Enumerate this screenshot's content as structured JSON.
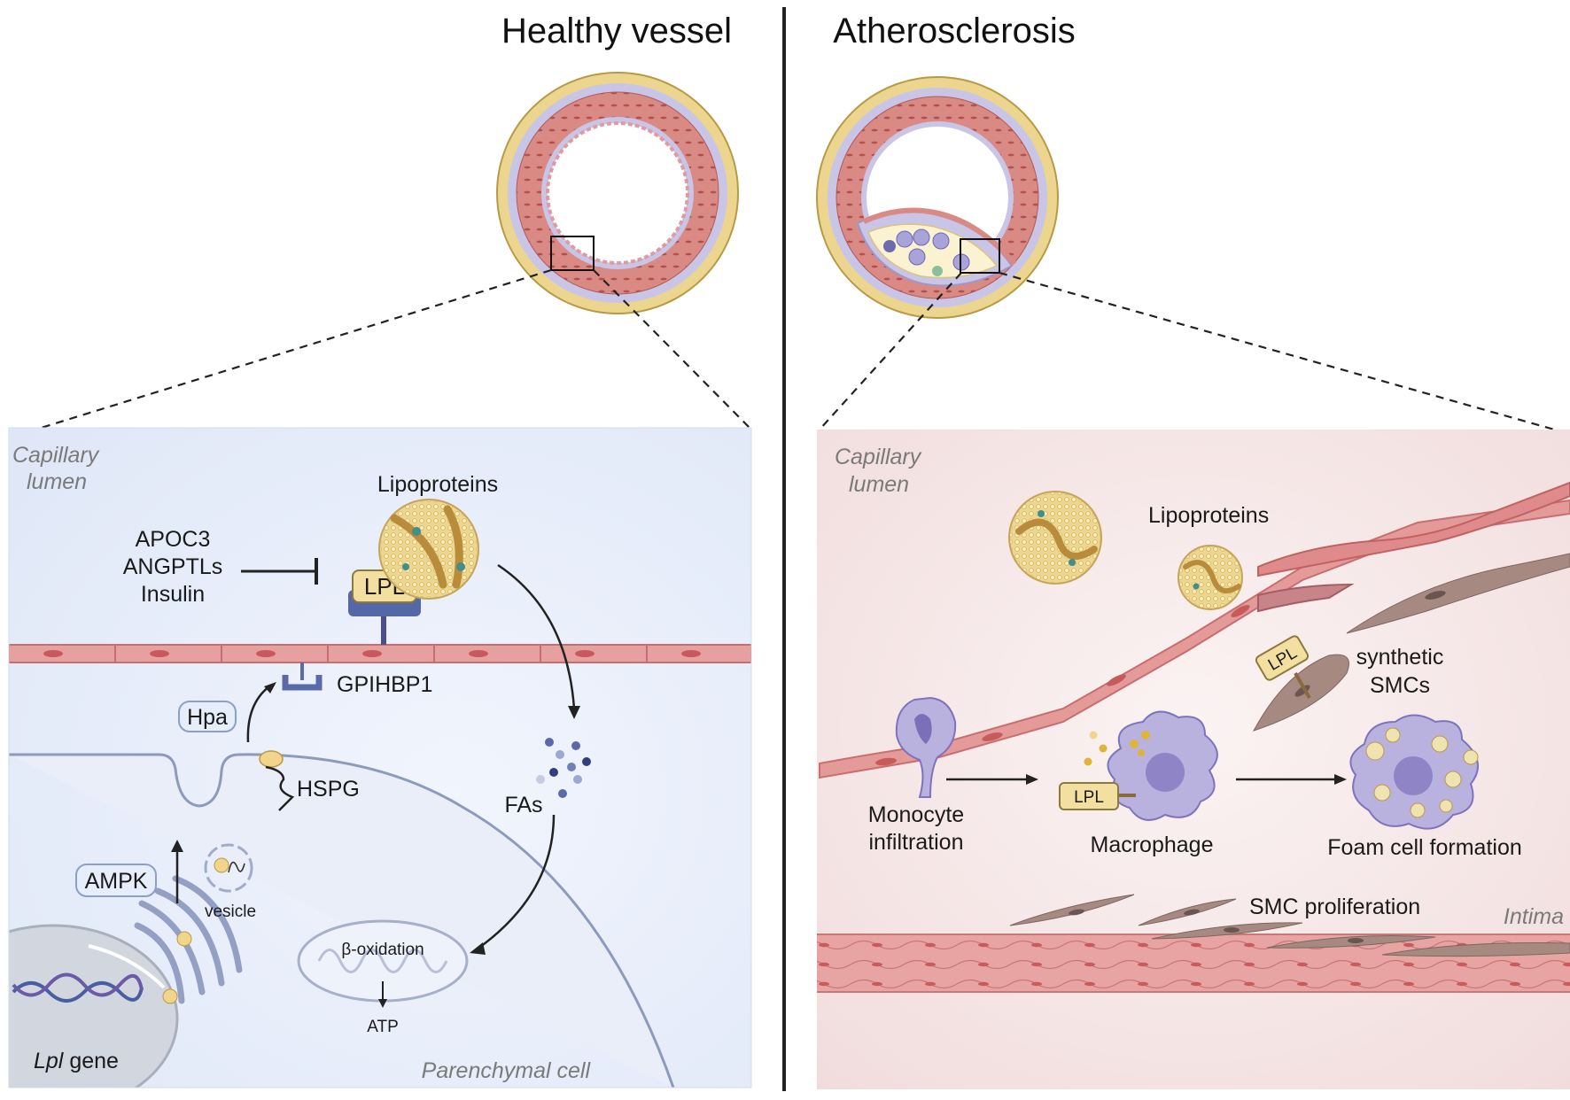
{
  "titles": {
    "healthy": "Healthy vessel",
    "athero": "Atherosclerosis"
  },
  "healthy_panel": {
    "capillary_lumen_1": "Capillary",
    "capillary_lumen_2": "lumen",
    "lipoproteins": "Lipoproteins",
    "apoc3": "APOC3",
    "angptls": "ANGPTLs",
    "insulin": "Insulin",
    "lpl": "LPL",
    "gpihbp1": "GPIHBP1",
    "hpa": "Hpa",
    "hspg": "HSPG",
    "fas": "FAs",
    "ampk": "AMPK",
    "vesicle": "vesicle",
    "beta_oxidation": "β-oxidation",
    "atp": "ATP",
    "lpl_gene_italic": "Lpl",
    "lpl_gene_rest": " gene",
    "parenchymal_cell": "Parenchymal cell"
  },
  "athero_panel": {
    "capillary_lumen_1": "Capillary",
    "capillary_lumen_2": "lumen",
    "lipoproteins": "Lipoproteins",
    "lpl_smc": "LPL",
    "synthetic_1": "synthetic",
    "synthetic_2": "SMCs",
    "monocyte_1": "Monocyte",
    "monocyte_2": "infiltration",
    "lpl_mac": "LPL",
    "macrophage": "Macrophage",
    "foam_cell": "Foam cell formation",
    "smc_proliferation": "SMC proliferation",
    "intima": "Intima"
  },
  "colors": {
    "healthy_bg": "#e6edf9",
    "athero_bg": "#f6e6e6",
    "endothelium": "#e59a9a",
    "lipoprotein": "#e8cf83",
    "adventitia": "#ecd58e",
    "media": "#d98a85",
    "lamina": "#c7c3e3"
  }
}
